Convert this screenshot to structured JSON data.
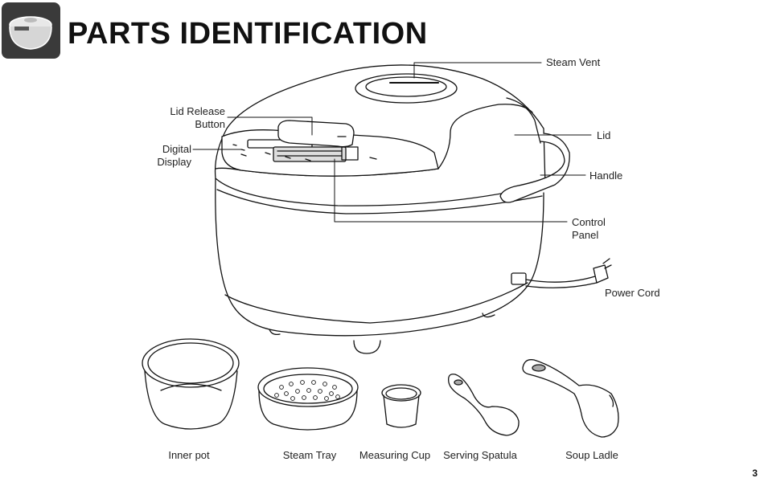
{
  "header": {
    "title": "PARTS IDENTIFICATION",
    "icon": "rice-cooker-icon"
  },
  "callouts": {
    "steam_vent": "Steam Vent",
    "lid_release_line1": "Lid Release",
    "lid_release_line2": "Button",
    "digital_line1": "Digital",
    "digital_line2": "Display",
    "lid": "Lid",
    "handle": "Handle",
    "control_line1": "Control",
    "control_line2": "Panel",
    "power_cord": "Power Cord"
  },
  "accessories": {
    "inner_pot": "Inner pot",
    "steam_tray": "Steam Tray",
    "measuring_cup": "Measuring Cup",
    "serving_spatula": "Serving Spatula",
    "soup_ladle": "Soup Ladle"
  },
  "page_number": "3",
  "colors": {
    "icon_bg": "#3a3a3a",
    "line": "#111111"
  }
}
